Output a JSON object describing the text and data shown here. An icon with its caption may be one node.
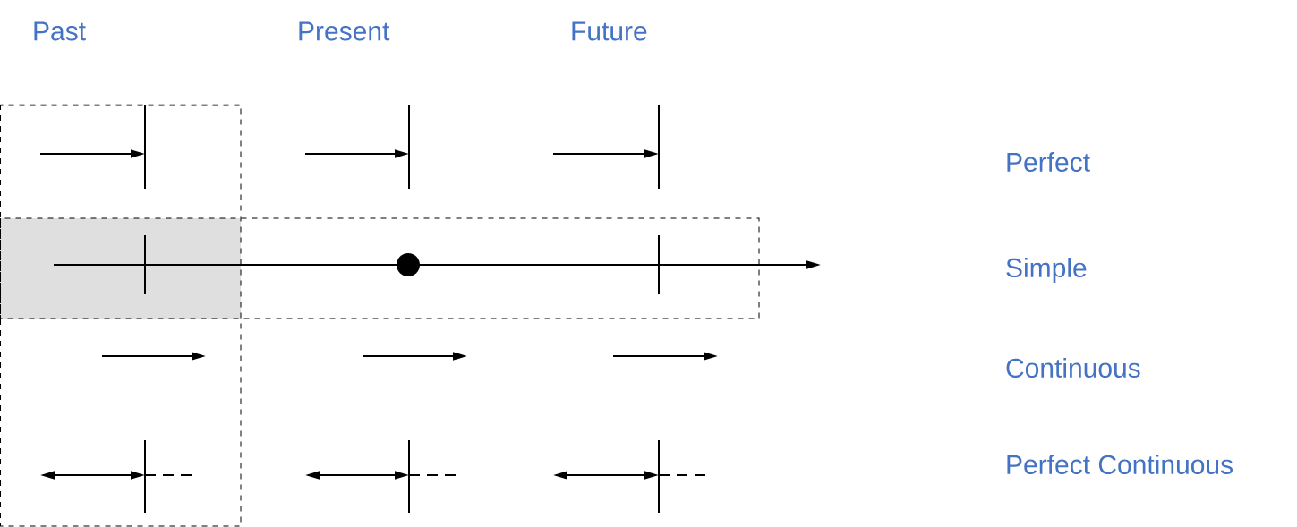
{
  "diagram": {
    "labels": [
      "Past",
      "Present",
      "Future",
      "Perfect",
      "Simple",
      "Continuous",
      "Perfect Continuous"
    ]
  }
}
